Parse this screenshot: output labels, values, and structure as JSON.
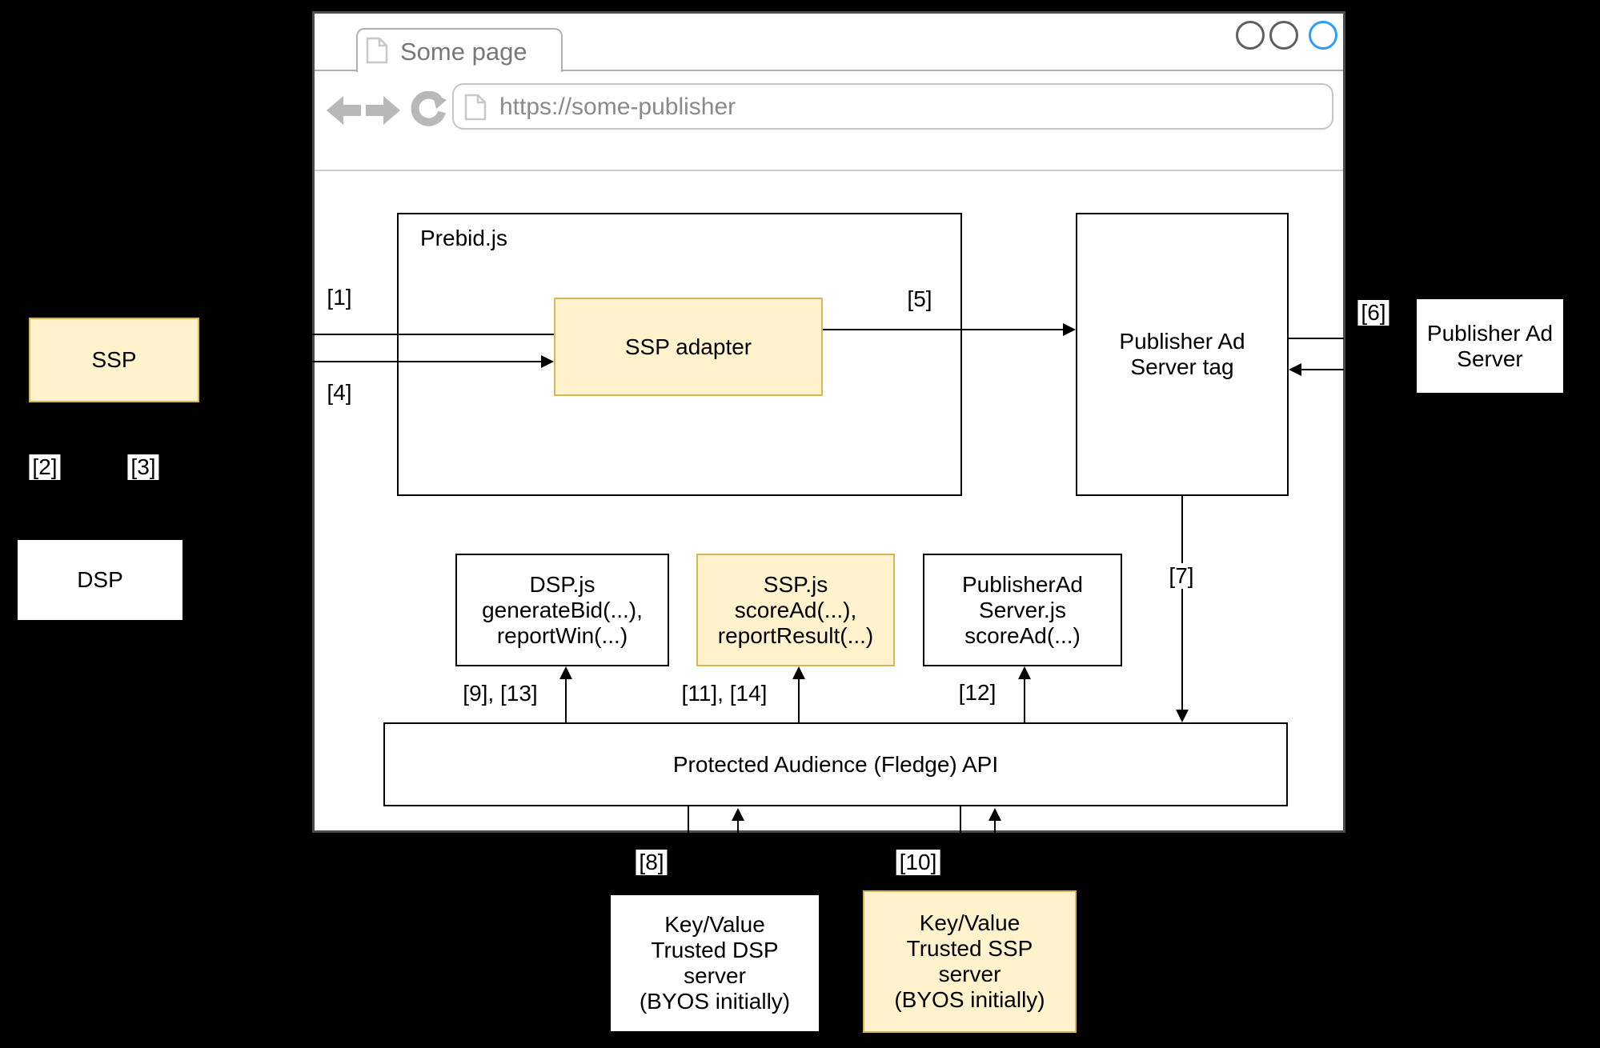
{
  "browser": {
    "tab_title": "Some page",
    "url": "https://some-publisher"
  },
  "diagram": {
    "prebid": "Prebid.js",
    "ssp": "SSP",
    "dsp": "DSP",
    "ssp_adapter": "SSP adapter",
    "tag": [
      "Publisher Ad",
      "Server tag"
    ],
    "pub_ad_server": [
      "Publisher Ad",
      "Server"
    ],
    "dsp_js": [
      "DSP.js",
      "generateBid(...),",
      "reportWin(...)"
    ],
    "ssp_js": [
      "SSP.js",
      "scoreAd(...),",
      "reportResult(...)"
    ],
    "pas_js": [
      "PublisherAd",
      "Server.js",
      "scoreAd(...)"
    ],
    "api": "Protected Audience (Fledge) API",
    "kv_dsp": [
      "Key/Value",
      "Trusted DSP",
      "server",
      "(BYOS initially)"
    ],
    "kv_ssp": [
      "Key/Value",
      "Trusted SSP",
      "server",
      "(BYOS initially)"
    ],
    "labels": {
      "n1": "[1]",
      "n2": "[2]",
      "n3": "[3]",
      "n4": "[4]",
      "n5": "[5]",
      "n6": "[6]",
      "n7": "[7]",
      "n8": "[8]",
      "n10": "[10]",
      "n12": "[12]",
      "n9_13": "[9], [13]",
      "n11_14": "[11], [14]"
    }
  },
  "colors": {
    "box_yellow": "#FFF2CC",
    "box_yellow_border": "#D6B656",
    "active_circle_blue": "#2E9BFF",
    "chrome_icon_gray": "#B8B8B8",
    "line_black": "#000000"
  },
  "icons": {
    "tab_page": "page-icon",
    "url_page": "page-icon",
    "back": "back-arrow-icon",
    "forward": "forward-arrow-icon",
    "reload": "reload-icon",
    "window_controls": "window-circle-icons"
  }
}
